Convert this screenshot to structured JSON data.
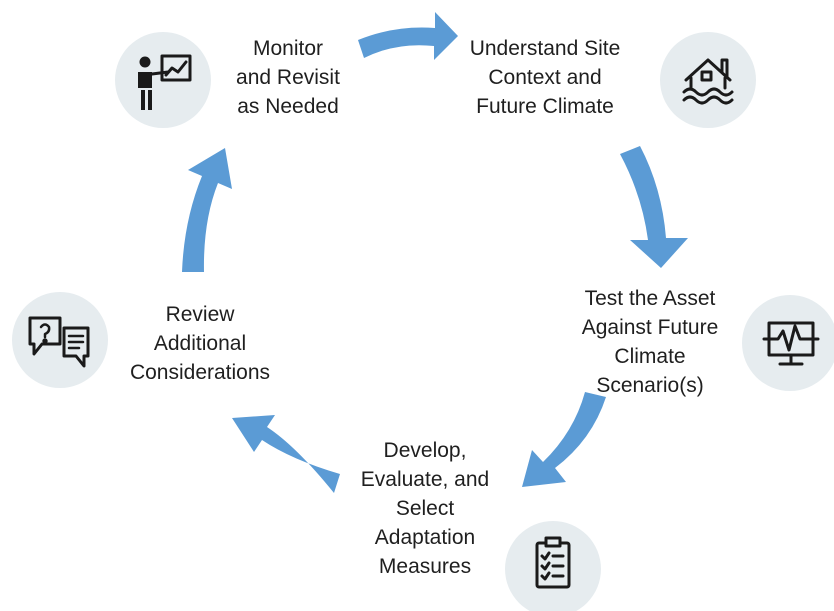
{
  "diagram": {
    "steps": [
      {
        "id": "understand",
        "lines": [
          "Understand Site",
          "Context and",
          "Future Climate"
        ],
        "icon": "flooded-house-icon"
      },
      {
        "id": "test",
        "lines": [
          "Test the Asset",
          "Against Future",
          "Climate",
          "Scenario(s)"
        ],
        "icon": "monitor-heartbeat-icon"
      },
      {
        "id": "develop",
        "lines": [
          "Develop,",
          "Evaluate, and",
          "Select",
          "Adaptation",
          "Measures"
        ],
        "icon": "clipboard-checklist-icon"
      },
      {
        "id": "review",
        "lines": [
          "Review",
          "Additional",
          "Considerations"
        ],
        "icon": "speech-bubbles-icon"
      },
      {
        "id": "monitor",
        "lines": [
          "Monitor",
          "and Revisit",
          "as Needed"
        ],
        "icon": "presenter-chart-icon"
      }
    ],
    "colors": {
      "arrow": "#5b9bd5",
      "icon_circle": "#e6ecef",
      "icon_stroke": "#1a1a1a",
      "text": "#1f1f1f"
    }
  }
}
